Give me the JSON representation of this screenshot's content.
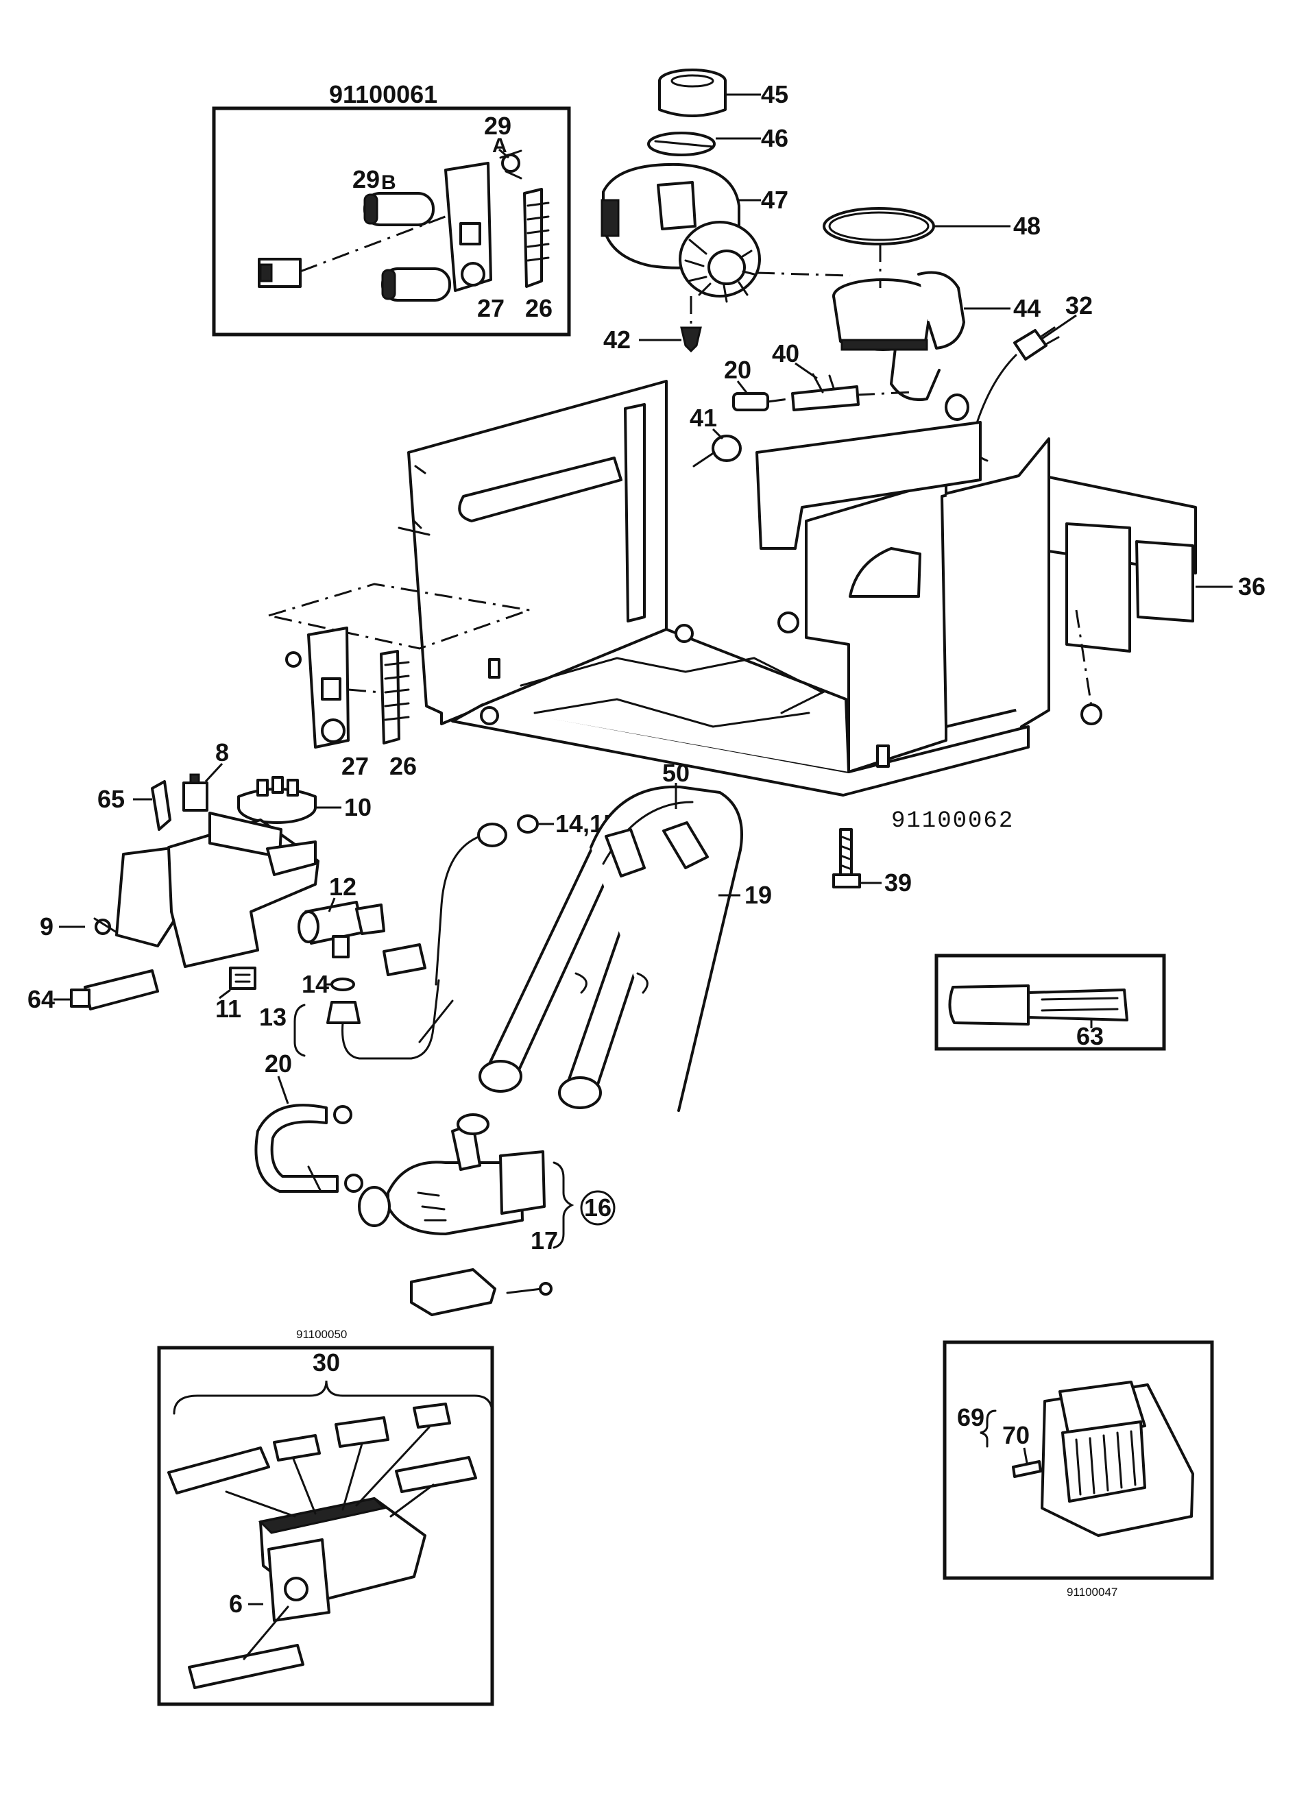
{
  "figure_codes": {
    "inset_top": "91100061",
    "main": "91100062",
    "inset_bottom_left": "91100050",
    "inset_bottom_right": "91100047"
  },
  "callouts": {
    "p6": "6",
    "p8": "8",
    "p9": "9",
    "p10": "10",
    "p11": "11",
    "p12": "12",
    "p13": "13",
    "p14": "14",
    "p14_15": "14,15",
    "p16": "16",
    "p17": "17",
    "p19": "19",
    "p20a": "20",
    "p20b": "20",
    "p26a": "26",
    "p26b": "26",
    "p27a": "27",
    "p27b": "27",
    "p29a": "29",
    "p29a_sub": "A",
    "p29b": "29",
    "p29b_sub": "B",
    "p30": "30",
    "p32": "32",
    "p36": "36",
    "p39": "39",
    "p40": "40",
    "p41": "41",
    "p42": "42",
    "p44": "44",
    "p45": "45",
    "p46": "46",
    "p47": "47",
    "p48": "48",
    "p50": "50",
    "p63": "63",
    "p64": "64",
    "p65": "65",
    "p69": "69",
    "p70": "70"
  }
}
